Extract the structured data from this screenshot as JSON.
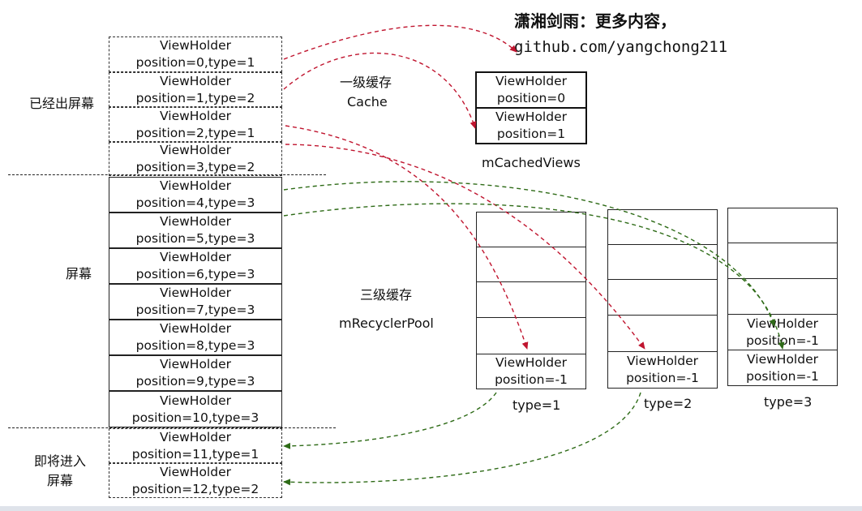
{
  "header": {
    "line1": "潇湘剑雨：更多内容，",
    "line2": "github.com/yangchong211"
  },
  "zones": {
    "off_screen": "已经出屏幕",
    "screen": "屏幕",
    "entering_line1": "即将进入",
    "entering_line2": "屏幕"
  },
  "list_items": [
    {
      "title": "ViewHolder",
      "sub": "position=0,type=1"
    },
    {
      "title": "ViewHolder",
      "sub": "position=1,type=2"
    },
    {
      "title": "ViewHolder",
      "sub": "position=2,type=1"
    },
    {
      "title": "ViewHolder",
      "sub": "position=3,type=2"
    },
    {
      "title": "ViewHolder",
      "sub": "position=4,type=3"
    },
    {
      "title": "ViewHolder",
      "sub": "position=5,type=3"
    },
    {
      "title": "ViewHolder",
      "sub": "position=6,type=3"
    },
    {
      "title": "ViewHolder",
      "sub": "position=7,type=3"
    },
    {
      "title": "ViewHolder",
      "sub": "position=8,type=3"
    },
    {
      "title": "ViewHolder",
      "sub": "position=9,type=3"
    },
    {
      "title": "ViewHolder",
      "sub": "position=10,type=3"
    },
    {
      "title": "ViewHolder",
      "sub": "position=11,type=1"
    },
    {
      "title": "ViewHolder",
      "sub": "position=12,type=2"
    }
  ],
  "cache": {
    "level_label": "一级缓存",
    "name_label": "Cache",
    "container_label": "mCachedViews",
    "items": [
      {
        "title": "ViewHolder",
        "sub": "position=0"
      },
      {
        "title": "ViewHolder",
        "sub": "position=1"
      }
    ]
  },
  "pool": {
    "level_label": "三级缓存",
    "name_label": "mRecyclerPool",
    "columns": [
      {
        "type_label": "type=1",
        "items": [
          {
            "title": "ViewHolder",
            "sub": "position=-1"
          }
        ]
      },
      {
        "type_label": "type=2",
        "items": [
          {
            "title": "ViewHolder",
            "sub": "position=-1"
          }
        ]
      },
      {
        "type_label": "type=3",
        "items": [
          {
            "title": "ViewHolder",
            "sub": "position=-1"
          },
          {
            "title": "ViewHolder",
            "sub": "position=-1"
          }
        ]
      }
    ]
  },
  "colors": {
    "to_cache_arrow": "#c0152f",
    "to_pool_red_arrow": "#c0152f",
    "green_arrow": "#2e6b17"
  }
}
